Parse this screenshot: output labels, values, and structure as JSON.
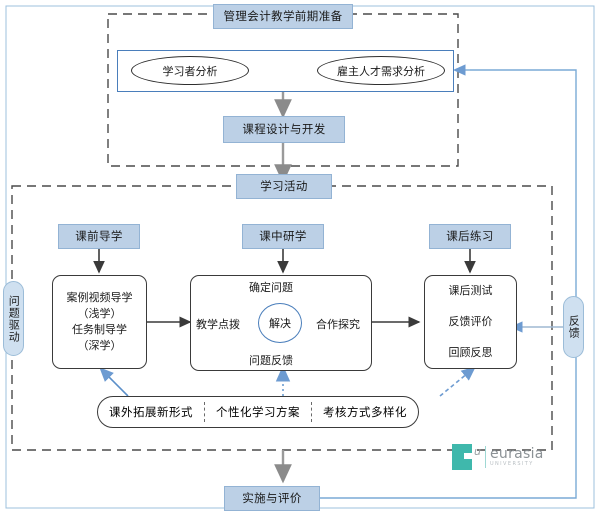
{
  "diagram": {
    "title_box": "管理会计教学前期准备",
    "analysis": {
      "left_ellipse": "学习者分析",
      "right_ellipse": "雇主人才需求分析"
    },
    "course_design_box": "课程设计与开发",
    "learning_activity_box": "学习活动",
    "stage_labels": {
      "pre_class": "课前导学",
      "in_class": "课中研学",
      "post_class": "课后练习"
    },
    "pre_class_box": {
      "line1": "案例视频导学",
      "line2": "（浅学）",
      "line3": "任务制导学",
      "line4": "（深学）"
    },
    "cycle": {
      "left": "教学点拨",
      "top": "确定问题",
      "right": "合作探究",
      "bottom": "问题反馈",
      "center": "解决"
    },
    "post_class_box": {
      "line1": "课后测试",
      "line2": "反馈评价",
      "line3": "回顾反思"
    },
    "driver_pill": "问题驱动",
    "feedback_pill": "反馈",
    "support_bar": [
      "课外拓展新形式",
      "个性化学习方案",
      "考核方式多样化"
    ],
    "implementation_box": "实施与评价",
    "logo": {
      "mark": "E",
      "accent": "u",
      "name": "eurasia",
      "sub": "UNIVERSITY"
    },
    "colors": {
      "box_fill": "#bcd0e6",
      "box_stroke": "#93b3d4",
      "accent_blue": "#4a7ebb",
      "logo_teal": "#3fb8ac",
      "dash_gray": "#4a4a4a"
    }
  }
}
